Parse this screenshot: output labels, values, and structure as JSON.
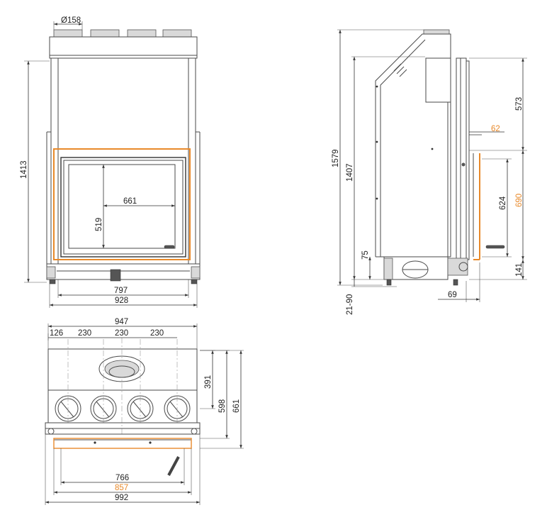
{
  "colors": {
    "line": "#4a4a4a",
    "dimension_orange": "#e8892a",
    "background": "#ffffff"
  },
  "front_view": {
    "flue_diameter": "Ø158",
    "total_height": "1413",
    "glass_width": "661",
    "glass_height": "519",
    "inner_width": "797",
    "outer_width": "928"
  },
  "side_view": {
    "overall_height": "1579",
    "body_height": "1407",
    "top_section": "573",
    "door_offset": "62",
    "door_height": "624",
    "opening_height": "690",
    "foot_height": "75",
    "bottom_clearance": "141",
    "leg_adjust": "21-90",
    "frame_depth": "69"
  },
  "top_view": {
    "total_width": "947",
    "spacing_a": "126",
    "spacing_b": "230",
    "spacing_c": "230",
    "spacing_d": "230",
    "depth_a": "391",
    "depth_b": "598",
    "depth_c": "661",
    "frame_inner": "766",
    "frame_orange": "857",
    "frame_outer": "992"
  }
}
